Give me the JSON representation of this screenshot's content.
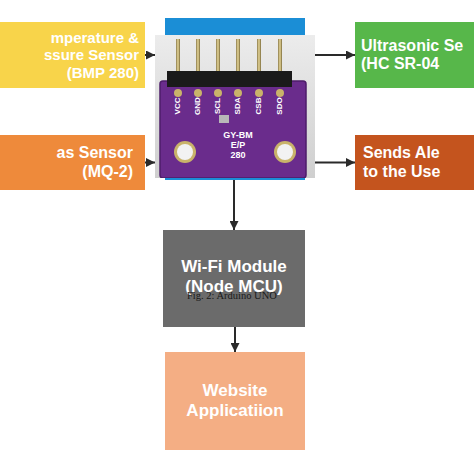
{
  "diagram": {
    "nodes": [
      {
        "text": [
          "mperature & ssure Sensor (BMP 280)"
        ]
      },
      {
        "text": [
          "as Sensor (MQ-2)"
        ]
      },
      {
        "text": [
          "VCC",
          "GND",
          "SCL",
          "SDA",
          "CSB",
          "SDO",
          "GY-BM E/P 280"
        ]
      },
      {
        "text": [
          "Ultrasonic Se (HC SR-04"
        ]
      },
      {
        "text": [
          "Sends Ale to the Use"
        ]
      },
      {
        "text": [
          "Wi-Fi Module (Node MCU)"
        ]
      },
      {
        "text": [
          "Website Applicatiion"
        ]
      }
    ],
    "edges": [
      {
        "from": 0,
        "to": 2,
        "arrow": "to"
      },
      {
        "from": 1,
        "to": 2,
        "arrow": "to"
      },
      {
        "from": 2,
        "to": 3,
        "arrow": "to"
      },
      {
        "from": 2,
        "to": 4,
        "arrow": "to"
      },
      {
        "from": 2,
        "to": 5,
        "arrow": "to"
      },
      {
        "from": 5,
        "to": 6,
        "arrow": "to"
      }
    ],
    "labels": [
      "Fig. 2: Arduino UNO"
    ]
  }
}
